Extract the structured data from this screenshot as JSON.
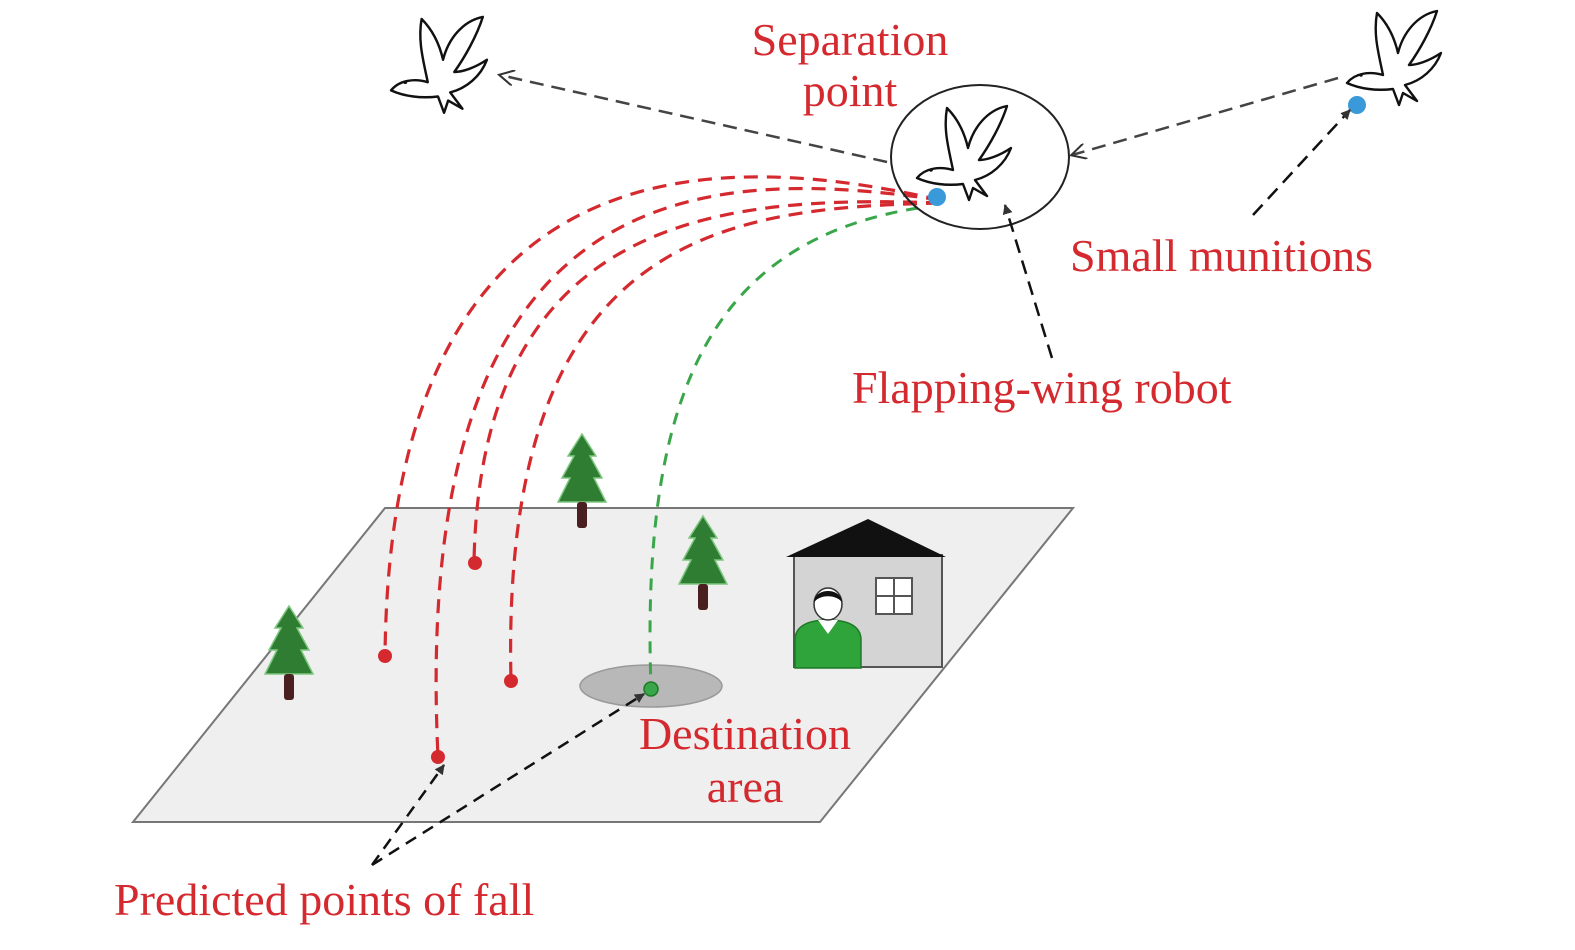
{
  "colors": {
    "label": "#d42a2f",
    "red_trajectory": "#d42a2f",
    "green_trajectory": "#3aa64a",
    "arrow": "#333333",
    "ground": "#efefef",
    "ground_edge": "#777777",
    "destination_area": "#b8b8b8",
    "munition": "#3a9ad9",
    "tree": "#2e7d32",
    "trunk": "#4a1f1f",
    "house_wall": "#d4d4d4",
    "roof": "#111111",
    "person": "#2fa43a"
  },
  "labels": {
    "separation_point_l1": "Separation",
    "separation_point_l2": "point",
    "small_munitions": "Small munitions",
    "flapping_wing_robot": "Flapping-wing robot",
    "destination_area_l1": "Destination",
    "destination_area_l2": "area",
    "predicted_points": "Predicted points of fall"
  },
  "icons": [
    "bird-icon",
    "tree-icon",
    "house-icon",
    "person-icon"
  ]
}
